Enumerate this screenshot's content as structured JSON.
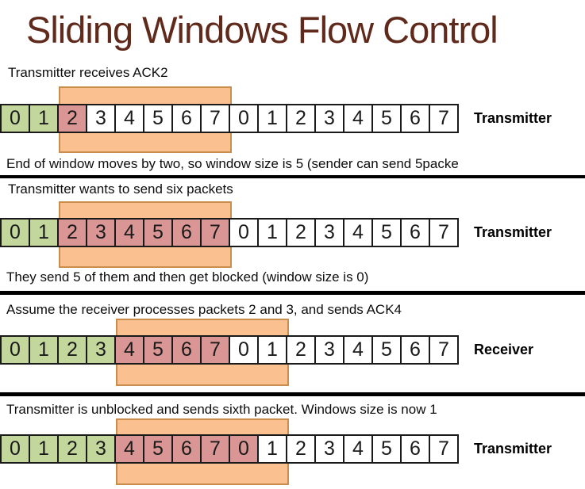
{
  "title": {
    "text": "Sliding Windows Flow Control"
  },
  "colors": {
    "title_color": "#5F2A1B",
    "acked_green": "#C3D69B",
    "sent_red": "#D99694",
    "unsent_white": "#FFFFFF",
    "window_fill": "#FAC090",
    "window_border": "#C98E4E"
  },
  "cell_labels": [
    "0",
    "1",
    "2",
    "3",
    "4",
    "5",
    "6",
    "7",
    "0",
    "1",
    "2",
    "3",
    "4",
    "5",
    "6",
    "7"
  ],
  "sections": [
    {
      "caption_top": "Transmitter receives ACK2",
      "caption_bottom": "End of window moves by two, so window size is 5 (sender can send 5packe",
      "side_label": "Transmitter",
      "cell_states": [
        "g",
        "g",
        "r",
        "w",
        "w",
        "w",
        "w",
        "w",
        "w",
        "w",
        "w",
        "w",
        "w",
        "w",
        "w",
        "w"
      ],
      "window": {
        "start": 2,
        "span": 6
      }
    },
    {
      "caption_top": "Transmitter wants to send six packets",
      "caption_bottom": "They send 5 of them and then get blocked (window size is 0)",
      "side_label": "Transmitter",
      "cell_states": [
        "g",
        "g",
        "r",
        "r",
        "r",
        "r",
        "r",
        "r",
        "w",
        "w",
        "w",
        "w",
        "w",
        "w",
        "w",
        "w"
      ],
      "window": {
        "start": 2,
        "span": 6
      }
    },
    {
      "caption_top": "Assume the receiver processes packets 2 and 3, and sends ACK4",
      "caption_bottom": null,
      "side_label": "Receiver",
      "cell_states": [
        "g",
        "g",
        "g",
        "g",
        "r",
        "r",
        "r",
        "r",
        "w",
        "w",
        "w",
        "w",
        "w",
        "w",
        "w",
        "w"
      ],
      "window": {
        "start": 4,
        "span": 6
      }
    },
    {
      "caption_top": "Transmitter is unblocked and sends sixth packet. Windows size is now 1",
      "caption_bottom": null,
      "side_label": "Transmitter",
      "cell_states": [
        "g",
        "g",
        "g",
        "g",
        "r",
        "r",
        "r",
        "r",
        "r",
        "w",
        "w",
        "w",
        "w",
        "w",
        "w",
        "w"
      ],
      "window": {
        "start": 4,
        "span": 6
      }
    }
  ]
}
